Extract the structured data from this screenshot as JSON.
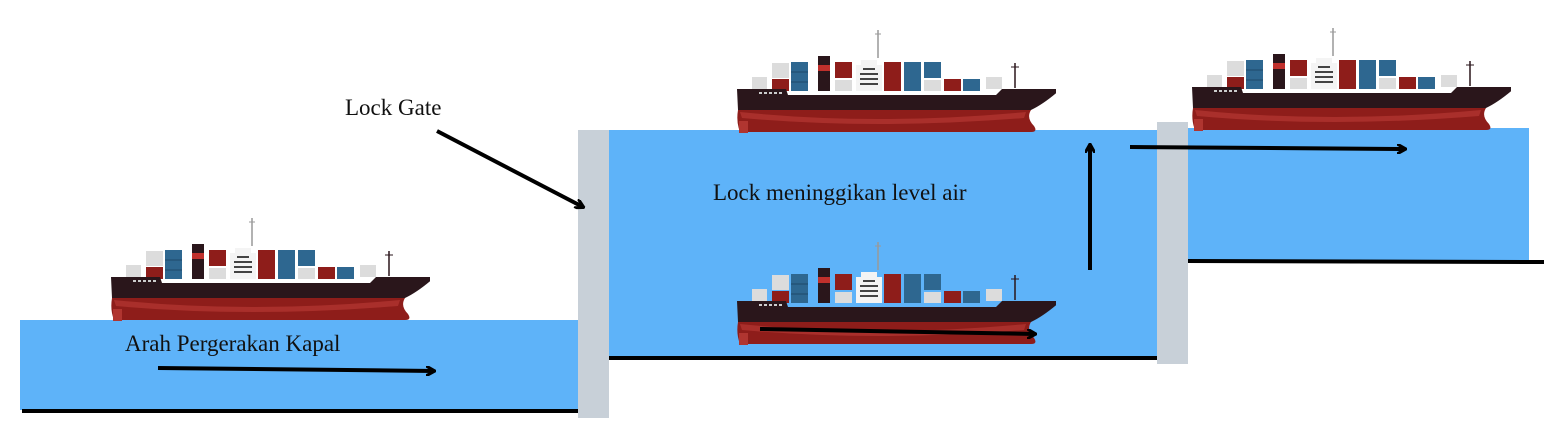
{
  "labels": {
    "lock_gate": "Lock Gate",
    "lock_raise": "Lock meninggikan level air",
    "direction": "Arah Pergerakan Kapal"
  },
  "colors": {
    "water": "#5eb3f9",
    "gate": "#c8d0d8",
    "hull_dark": "#2a161b",
    "hull_red": "#8e1d1a",
    "container_red": "#8e1d1a",
    "container_blue": "#2e6790",
    "container_grey": "#dcdcdc"
  },
  "icons": [
    "container-ship",
    "arrow"
  ]
}
